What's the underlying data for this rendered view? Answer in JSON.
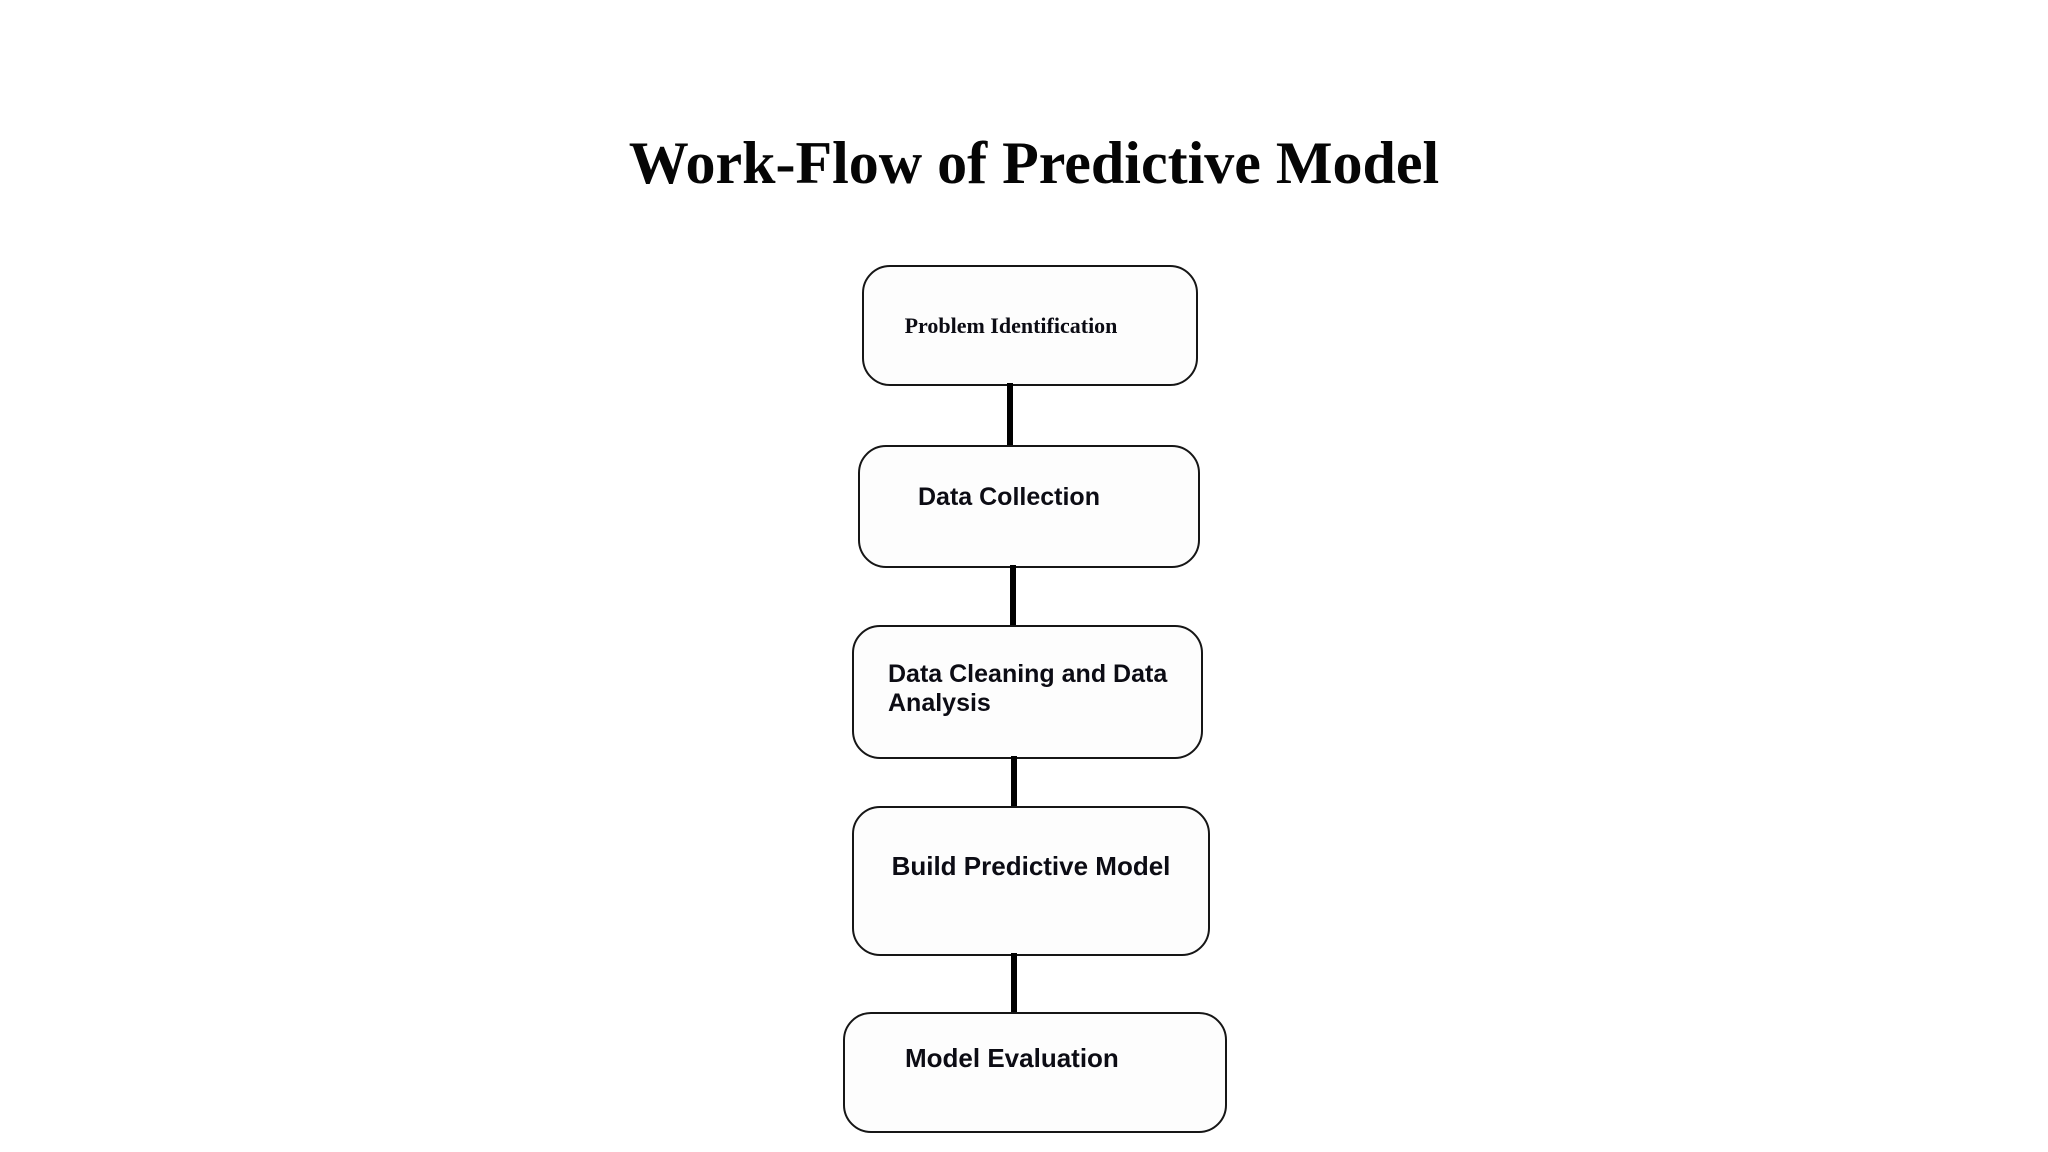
{
  "title": {
    "text": "Work-Flow of Predictive Model"
  },
  "flowchart": {
    "nodes": [
      {
        "id": "problem-identification",
        "label": "Problem Identification"
      },
      {
        "id": "data-collection",
        "label": "Data Collection"
      },
      {
        "id": "data-cleaning-and-data-analysis",
        "label": "Data Cleaning and Data Analysis"
      },
      {
        "id": "build-predictive-model",
        "label": "Build Predictive Model"
      },
      {
        "id": "model-evaluation",
        "label": "Model Evaluation"
      }
    ],
    "edges": [
      {
        "from": "problem-identification",
        "to": "data-collection"
      },
      {
        "from": "data-collection",
        "to": "data-cleaning-and-data-analysis"
      },
      {
        "from": "data-cleaning-and-data-analysis",
        "to": "build-predictive-model"
      },
      {
        "from": "build-predictive-model",
        "to": "model-evaluation"
      }
    ],
    "colors": {
      "background": "#ffffff",
      "node_fill": "#ffffff",
      "node_border": "#000000",
      "connector": "#000000",
      "text": "#000000"
    }
  }
}
